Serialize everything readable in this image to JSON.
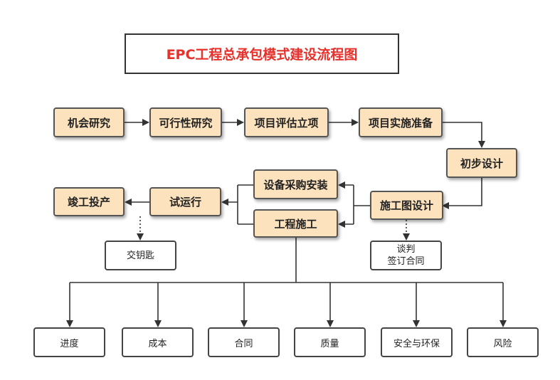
{
  "title": "EPC工程总承包模式建设流程图",
  "steps": {
    "opportunity": "机会研究",
    "feasibility": "可行性研究",
    "evaluation": "项目评估立项",
    "preparation": "项目实施准备",
    "preliminary_design": "初步设计",
    "construction_drawing": "施工图设计",
    "procurement": "设备采购安装",
    "construction": "工程施工",
    "trial_run": "试运行",
    "completion": "竣工投产"
  },
  "notes": {
    "handover": "交钥匙",
    "negotiate_line1": "谈判",
    "negotiate_line2": "签订合同"
  },
  "outcomes": [
    "进度",
    "成本",
    "合同",
    "质量",
    "安全与环保",
    "风险"
  ]
}
